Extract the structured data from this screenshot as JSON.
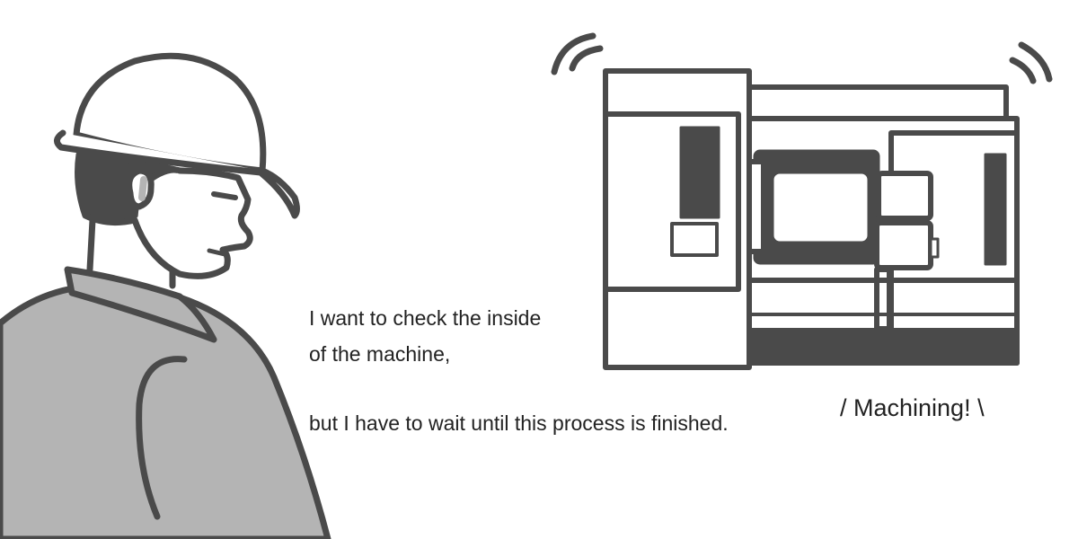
{
  "caption": {
    "line1": "I want to check the inside",
    "line2": "of the machine,",
    "line3": "but I have to wait until this process is finished."
  },
  "machine_label": "/ Machining! \\",
  "colors": {
    "outline": "#4a4a4a",
    "dark_fill": "#4a4a4a",
    "jacket_fill": "#b4b4b4",
    "ear_accent": "#b4b4b4",
    "text": "#222222",
    "background": "#ffffff"
  }
}
